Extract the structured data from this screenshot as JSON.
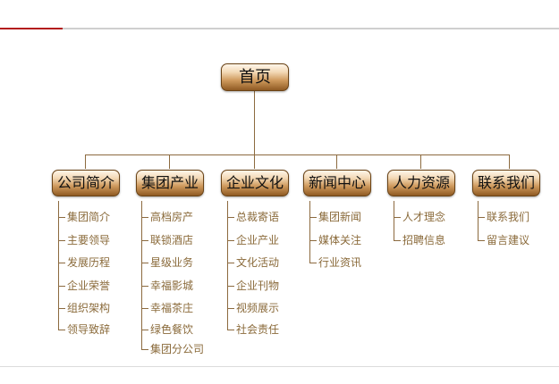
{
  "home": {
    "label": "首页"
  },
  "categories": [
    {
      "label": "公司简介",
      "items": [
        "集团简介",
        "主要领导",
        "发展历程",
        "企业荣誉",
        "组织架构",
        "领导致辞"
      ]
    },
    {
      "label": "集团产业",
      "items": [
        "高档房产",
        "联锁酒店",
        "星级业务",
        "幸福影城",
        "幸福茶庄",
        "绿色餐饮",
        "集团分公司"
      ]
    },
    {
      "label": "企业文化",
      "items": [
        "总裁寄语",
        "企业产业",
        "文化活动",
        "企业刊物",
        "视频展示",
        "社会责任"
      ]
    },
    {
      "label": "新闻中心",
      "items": [
        "集团新闻",
        "媒体关注",
        "行业资讯"
      ]
    },
    {
      "label": "人力资源",
      "items": [
        "人才理念",
        "招聘信息"
      ]
    },
    {
      "label": "联系我们",
      "items": [
        "联系我们",
        "留言建议"
      ]
    }
  ],
  "colors": {
    "accent": "#b31b1b",
    "connector": "#8c6a3f",
    "link": "#8a6a3a"
  }
}
